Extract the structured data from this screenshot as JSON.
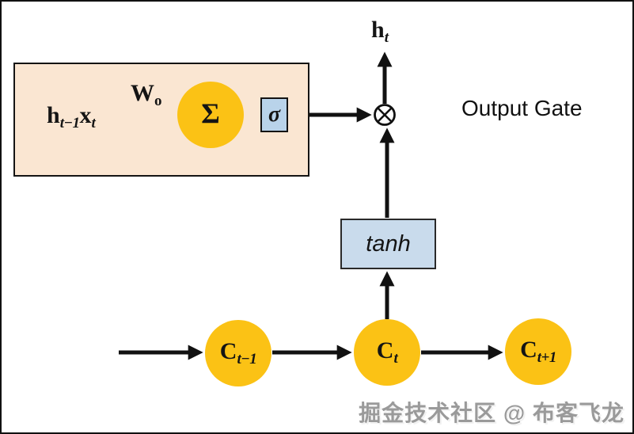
{
  "diagram": {
    "title": "Output Gate",
    "watermark": "掘金技术社区 @ 布客飞龙",
    "gate_panel": {
      "input_label": {
        "base1": "h",
        "sub1": "t−1",
        "base2": "x",
        "sub2": "t"
      },
      "weight_label": {
        "base": "W",
        "sub": "o"
      },
      "sum_symbol": "Σ",
      "sigma_symbol": "σ"
    },
    "output_label": {
      "base": "h",
      "sub": "t"
    },
    "tanh_label": "tanh",
    "multiply_icon": "circle-times",
    "cells": [
      {
        "base": "C",
        "sub": "t−1"
      },
      {
        "base": "C",
        "sub": "t"
      },
      {
        "base": "C",
        "sub": "t+1"
      }
    ],
    "colors": {
      "panel_bg": "#fae6d2",
      "node_yellow": "#fbc215",
      "sigma_blue": "#b9d3ea",
      "tanh_blue": "#c9dbec",
      "line": "#111111",
      "watermark_gray": "#9a9a9a"
    }
  }
}
